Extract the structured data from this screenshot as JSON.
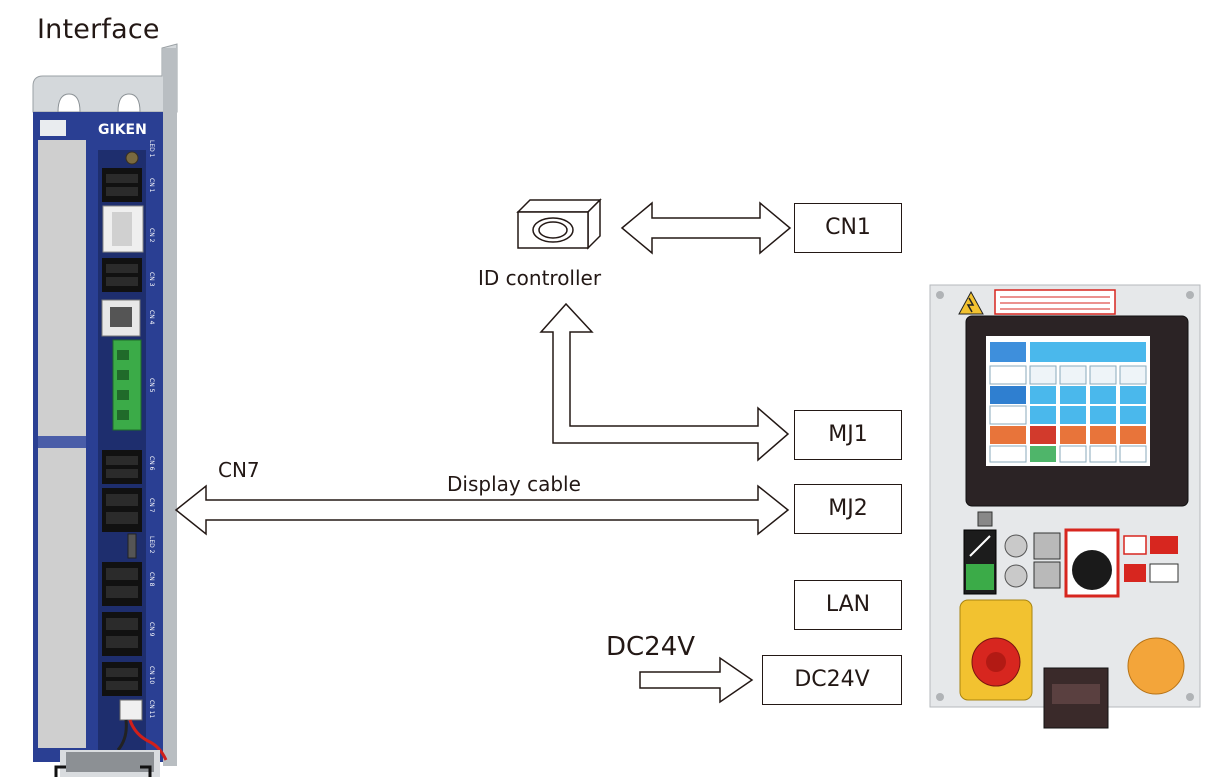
{
  "title": "Interface",
  "device": {
    "brand": "GIKEN",
    "connectors": [
      "LED 1",
      "CN 1",
      "CN 2",
      "CN 3",
      "CN 4",
      "CN 5",
      "CN 6",
      "CN 7",
      "LED 2",
      "CN 8",
      "CN 9",
      "CN 10",
      "CN 11"
    ]
  },
  "id_controller": {
    "label": "ID controller"
  },
  "ports": {
    "cn1": "CN1",
    "mj1": "MJ1",
    "mj2": "MJ2",
    "lan": "LAN",
    "dc24v": "DC24V"
  },
  "labels": {
    "cn7": "CN7",
    "display_cable": "Display cable",
    "dc24v_input": "DC24V"
  },
  "colors": {
    "line": "#231815",
    "panel_blue": "#2a3f93",
    "rail_gray": "#c8c8c8",
    "connector_green": "#3bab48",
    "emergency_red": "#d7261f",
    "emergency_yellow": "#f2c230",
    "start_orange": "#f3a53a"
  }
}
